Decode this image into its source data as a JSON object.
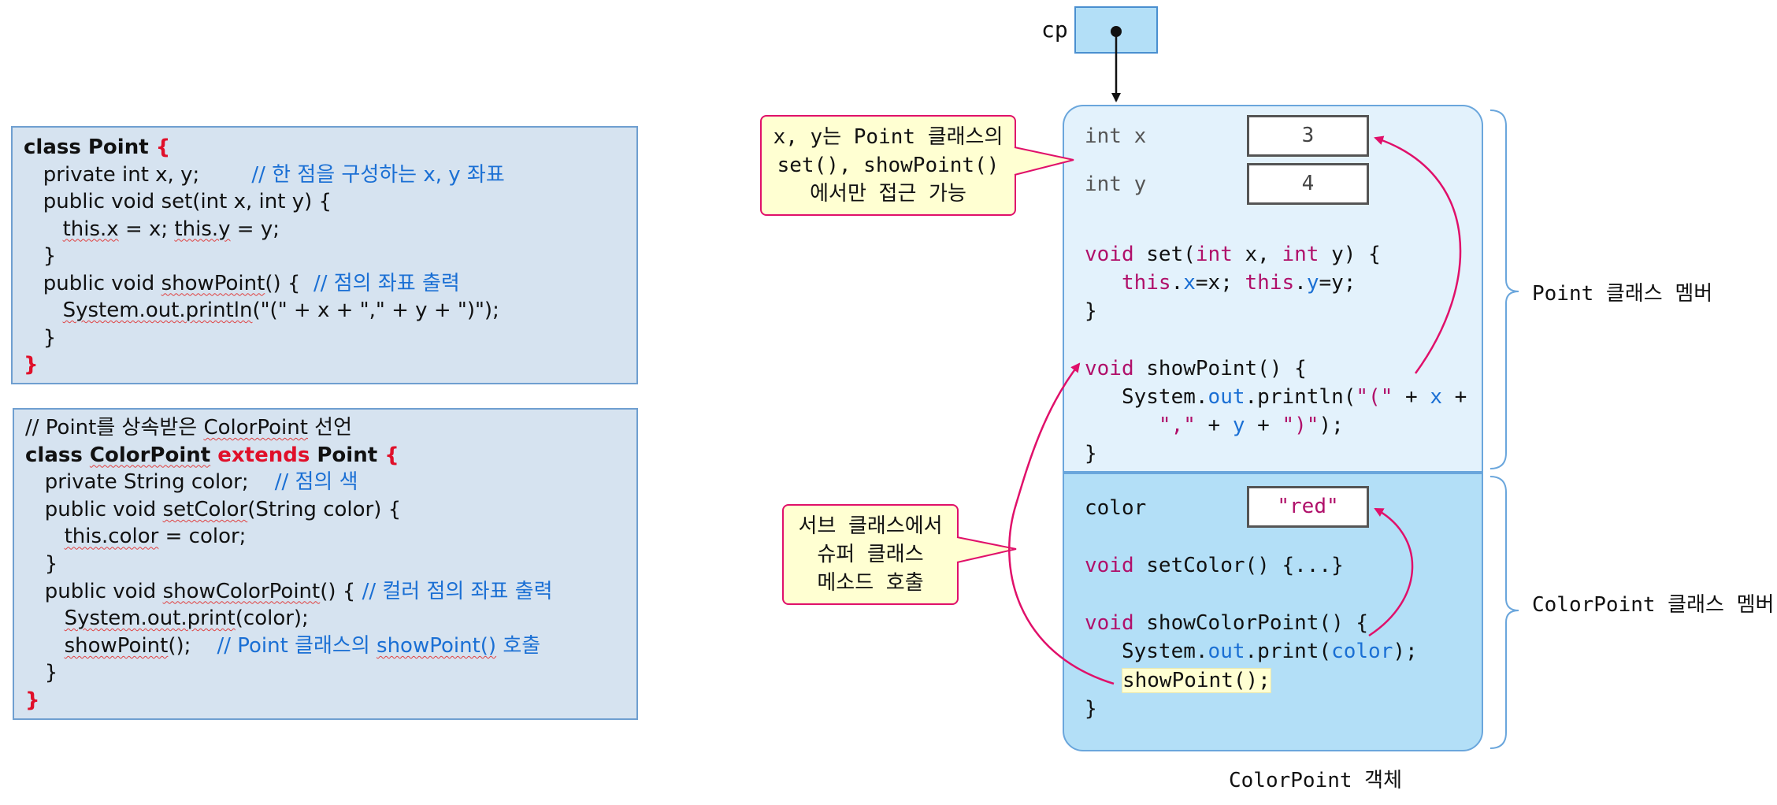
{
  "point_code": {
    "lines": [
      {
        "segments": [
          {
            "t": "class Point ",
            "c": "kw"
          },
          {
            "t": "{",
            "c": "red"
          }
        ]
      },
      {
        "segments": [
          {
            "t": "   private int x, y;        "
          },
          {
            "t": "// 한 점을 구성하는 x, y 좌표",
            "c": "cmt"
          }
        ]
      },
      {
        "segments": [
          {
            "t": "   public void set(int x, int y) {"
          }
        ]
      },
      {
        "segments": [
          {
            "t": "      "
          },
          {
            "t": "this.x",
            "c": "sq"
          },
          {
            "t": " = x; "
          },
          {
            "t": "this.y",
            "c": "sq"
          },
          {
            "t": " = y;"
          }
        ]
      },
      {
        "segments": [
          {
            "t": "   }"
          }
        ]
      },
      {
        "segments": [
          {
            "t": "   public void "
          },
          {
            "t": "showPoint",
            "c": "sq"
          },
          {
            "t": "() {  "
          },
          {
            "t": "// 점의 좌표 출력",
            "c": "cmt"
          }
        ]
      },
      {
        "segments": [
          {
            "t": "      "
          },
          {
            "t": "System.out.println",
            "c": "sq"
          },
          {
            "t": "(\"(\" + x + \",\" + y + \")\");"
          }
        ]
      },
      {
        "segments": [
          {
            "t": "   }"
          }
        ]
      },
      {
        "segments": [
          {
            "t": "}",
            "c": "red"
          }
        ]
      }
    ]
  },
  "colorpoint_code": {
    "lines": [
      {
        "segments": [
          {
            "t": "// Point를 상속받은 "
          },
          {
            "t": "ColorPoint",
            "c": "sq"
          },
          {
            "t": " 선언"
          }
        ]
      },
      {
        "segments": [
          {
            "t": "class ",
            "c": "kw"
          },
          {
            "t": "ColorPoint",
            "c": "kw sq"
          },
          {
            "t": " ",
            "c": "kw"
          },
          {
            "t": "extends",
            "c": "red"
          },
          {
            "t": " Point ",
            "c": "kw"
          },
          {
            "t": "{",
            "c": "red"
          }
        ]
      },
      {
        "segments": [
          {
            "t": "   private String color;    "
          },
          {
            "t": "// 점의 색",
            "c": "cmt"
          }
        ]
      },
      {
        "segments": [
          {
            "t": "   public void "
          },
          {
            "t": "setColor",
            "c": "sq"
          },
          {
            "t": "(String color) {"
          }
        ]
      },
      {
        "segments": [
          {
            "t": "      "
          },
          {
            "t": "this.color",
            "c": "sq"
          },
          {
            "t": " = color;"
          }
        ]
      },
      {
        "segments": [
          {
            "t": "   }"
          }
        ]
      },
      {
        "segments": [
          {
            "t": "   public void "
          },
          {
            "t": "showColorPoint",
            "c": "sq"
          },
          {
            "t": "() { "
          },
          {
            "t": "// 컬러 점의 좌표 출력",
            "c": "cmt"
          }
        ]
      },
      {
        "segments": [
          {
            "t": "      "
          },
          {
            "t": "System.out.print",
            "c": "sq"
          },
          {
            "t": "(color);"
          }
        ]
      },
      {
        "segments": [
          {
            "t": "      "
          },
          {
            "t": "showPoint",
            "c": "sq"
          },
          {
            "t": "();    "
          },
          {
            "t": "// Point 클래스의 ",
            "c": "cmt"
          },
          {
            "t": "showPoint()",
            "c": "cmt sq"
          },
          {
            "t": " 호출",
            "c": "cmt"
          }
        ]
      },
      {
        "segments": [
          {
            "t": "   }"
          }
        ]
      },
      {
        "segments": [
          {
            "t": "}",
            "c": "red"
          }
        ]
      }
    ]
  },
  "diagram": {
    "ref_label": "cp",
    "field_x_label": "int x",
    "field_x_value": "3",
    "field_y_label": "int y",
    "field_y_value": "4",
    "color_label": "color",
    "color_value": "\"red\"",
    "point_member_label": "Point 클래스 멤버",
    "colorpoint_member_label": "ColorPoint 클래스 멤버",
    "object_caption": "ColorPoint 객체",
    "point_methods": [
      {
        "segments": [
          {
            "t": "void ",
            "c": "kwm"
          },
          {
            "t": "set("
          },
          {
            "t": "int",
            "c": "kwm"
          },
          {
            "t": " x, "
          },
          {
            "t": "int",
            "c": "kwm"
          },
          {
            "t": " y) {"
          }
        ]
      },
      {
        "segments": [
          {
            "t": "   "
          },
          {
            "t": "this",
            "c": "kwm"
          },
          {
            "t": "."
          },
          {
            "t": "x",
            "c": "fld"
          },
          {
            "t": "=x; "
          },
          {
            "t": "this",
            "c": "kwm"
          },
          {
            "t": "."
          },
          {
            "t": "y",
            "c": "fld"
          },
          {
            "t": "=y;"
          }
        ]
      },
      {
        "segments": [
          {
            "t": "}"
          }
        ]
      },
      {
        "segments": [
          {
            "t": ""
          }
        ]
      },
      {
        "segments": [
          {
            "t": "void ",
            "c": "kwm"
          },
          {
            "t": "showPoint() {"
          }
        ]
      },
      {
        "segments": [
          {
            "t": "   System."
          },
          {
            "t": "out",
            "c": "fld"
          },
          {
            "t": ".println("
          },
          {
            "t": "\"(\"",
            "c": "strm"
          },
          {
            "t": " + "
          },
          {
            "t": "x",
            "c": "fld"
          },
          {
            "t": " +"
          }
        ]
      },
      {
        "segments": [
          {
            "t": "      "
          },
          {
            "t": "\",\"",
            "c": "strm"
          },
          {
            "t": " + "
          },
          {
            "t": "y",
            "c": "fld"
          },
          {
            "t": " + "
          },
          {
            "t": "\")\"",
            "c": "strm"
          },
          {
            "t": ");"
          }
        ]
      },
      {
        "segments": [
          {
            "t": "}"
          }
        ]
      }
    ],
    "colorpoint_methods": [
      {
        "segments": [
          {
            "t": "void ",
            "c": "kwm"
          },
          {
            "t": "setColor() {...}"
          }
        ]
      },
      {
        "segments": [
          {
            "t": ""
          }
        ]
      },
      {
        "segments": [
          {
            "t": "void ",
            "c": "kwm"
          },
          {
            "t": "showColorPoint() {"
          }
        ]
      },
      {
        "segments": [
          {
            "t": "   System."
          },
          {
            "t": "out",
            "c": "fld"
          },
          {
            "t": ".print("
          },
          {
            "t": "color",
            "c": "fld"
          },
          {
            "t": ");"
          }
        ]
      },
      {
        "segments": [
          {
            "t": "   "
          },
          {
            "t": "showPoint();",
            "c": "hl"
          }
        ]
      },
      {
        "segments": [
          {
            "t": "}"
          }
        ]
      }
    ],
    "callout_access": [
      "x, y는 Point 클래스의",
      "set(), showPoint()",
      "에서만 접근 가능"
    ],
    "callout_call": [
      "서브 클래스에서",
      "슈퍼 클래스",
      "메소드 호출"
    ],
    "colors": {
      "arrow": "#e0106a",
      "point_region": "#e3f2fc",
      "colorpoint_region": "#b3dff7",
      "ref_box": "#b3dff7"
    }
  }
}
